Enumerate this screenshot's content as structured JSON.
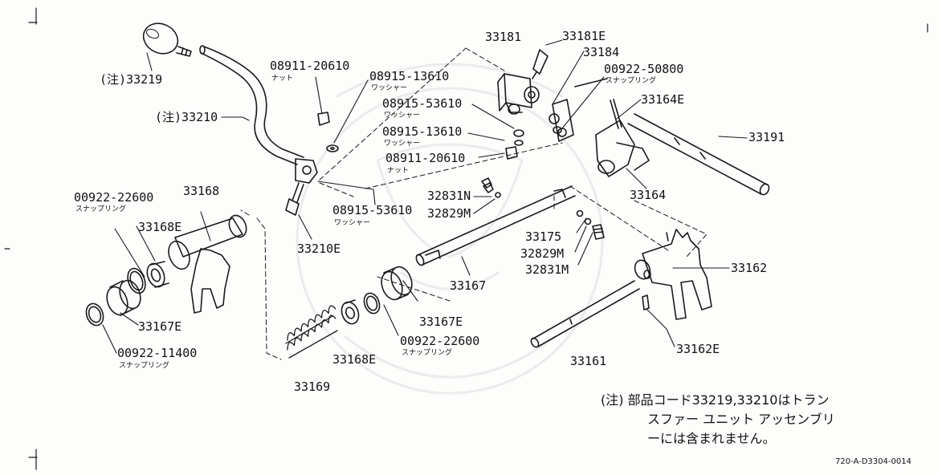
{
  "parts": {
    "p33219": "(注)33219",
    "p33210": "(注)33210",
    "p08911a": "08911-20610",
    "p08911a_sub": "ナット",
    "p08915a": "08915-13610",
    "p08915a_sub": "ワッシャー",
    "p08915b": "08915-53610",
    "p08915b_sub": "ワッシャー",
    "p08915c": "08915-13610",
    "p08915c_sub": "ワッシャー",
    "p08911b": "08911-20610",
    "p08911b_sub": "ナット",
    "p08915d": "08915-53610",
    "p08915d_sub": "ワッシャー",
    "p33210E": "33210E",
    "p33181": "33181",
    "p33181E": "33181E",
    "p33184": "33184",
    "p00922a": "00922-50800",
    "p00922a_sub": "スナップリング",
    "p33164E": "33164E",
    "p33191": "33191",
    "p33164": "33164",
    "p32831Na": "32831N",
    "p32829Ma": "32829M",
    "p33175": "33175",
    "p32829Mb": "32829M",
    "p32831Mb": "32831M",
    "p33162": "33162",
    "p33162E": "33162E",
    "p33161": "33161",
    "p33167": "33167",
    "p33167Ea": "33167E",
    "p00922b": "00922-22600",
    "p00922b_sub": "スナップリング",
    "p33168E_b": "33168E",
    "p33169": "33169",
    "p00922c": "00922-22600",
    "p00922c_sub": "スナップリング",
    "p33168": "33168",
    "p33168Ea": "33168E",
    "p33167Eb": "33167E",
    "p00922d": "00922-11400",
    "p00922d_sub": "スナップリング"
  },
  "note": {
    "line1": "(注) 部品コード33219,33210はトラン",
    "line2": "スファー ユニット アッセンブリ",
    "line3": "ーには含まれません。"
  },
  "diagram_code": "720-A-D3304-0014"
}
